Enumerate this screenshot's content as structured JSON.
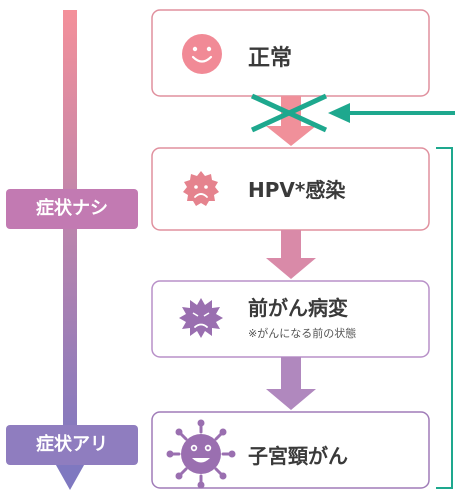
{
  "colors": {
    "box_border": "#e0909e",
    "box_border_lower": "#a07cb8",
    "stage_arrow_top": "#f0909a",
    "stage_arrow_bottom": "#a784c0",
    "timeline_top": "#f4909a",
    "timeline_bottom": "#7f78c0",
    "cross": "#1ea88e",
    "bracket": "#1ea88e",
    "smiley": "#f18a96",
    "virus_pink": "#e5838e",
    "virus_purple": "#9a6fb0",
    "badge_no_symptoms": "#c27ab2",
    "badge_symptoms": "#8f7dbf"
  },
  "stages": [
    {
      "label": "正常",
      "icon": "smiley-face-icon"
    },
    {
      "label": "HPV*感染",
      "icon": "sad-virus-icon"
    },
    {
      "label": "前がん病変",
      "note": "※がんになる前の状態",
      "icon": "angry-virus-icon"
    },
    {
      "label": "子宮頸がん",
      "icon": "spiky-virus-icon"
    }
  ],
  "badges": {
    "no_symptoms": "症状ナシ",
    "symptoms": "症状アリ"
  }
}
